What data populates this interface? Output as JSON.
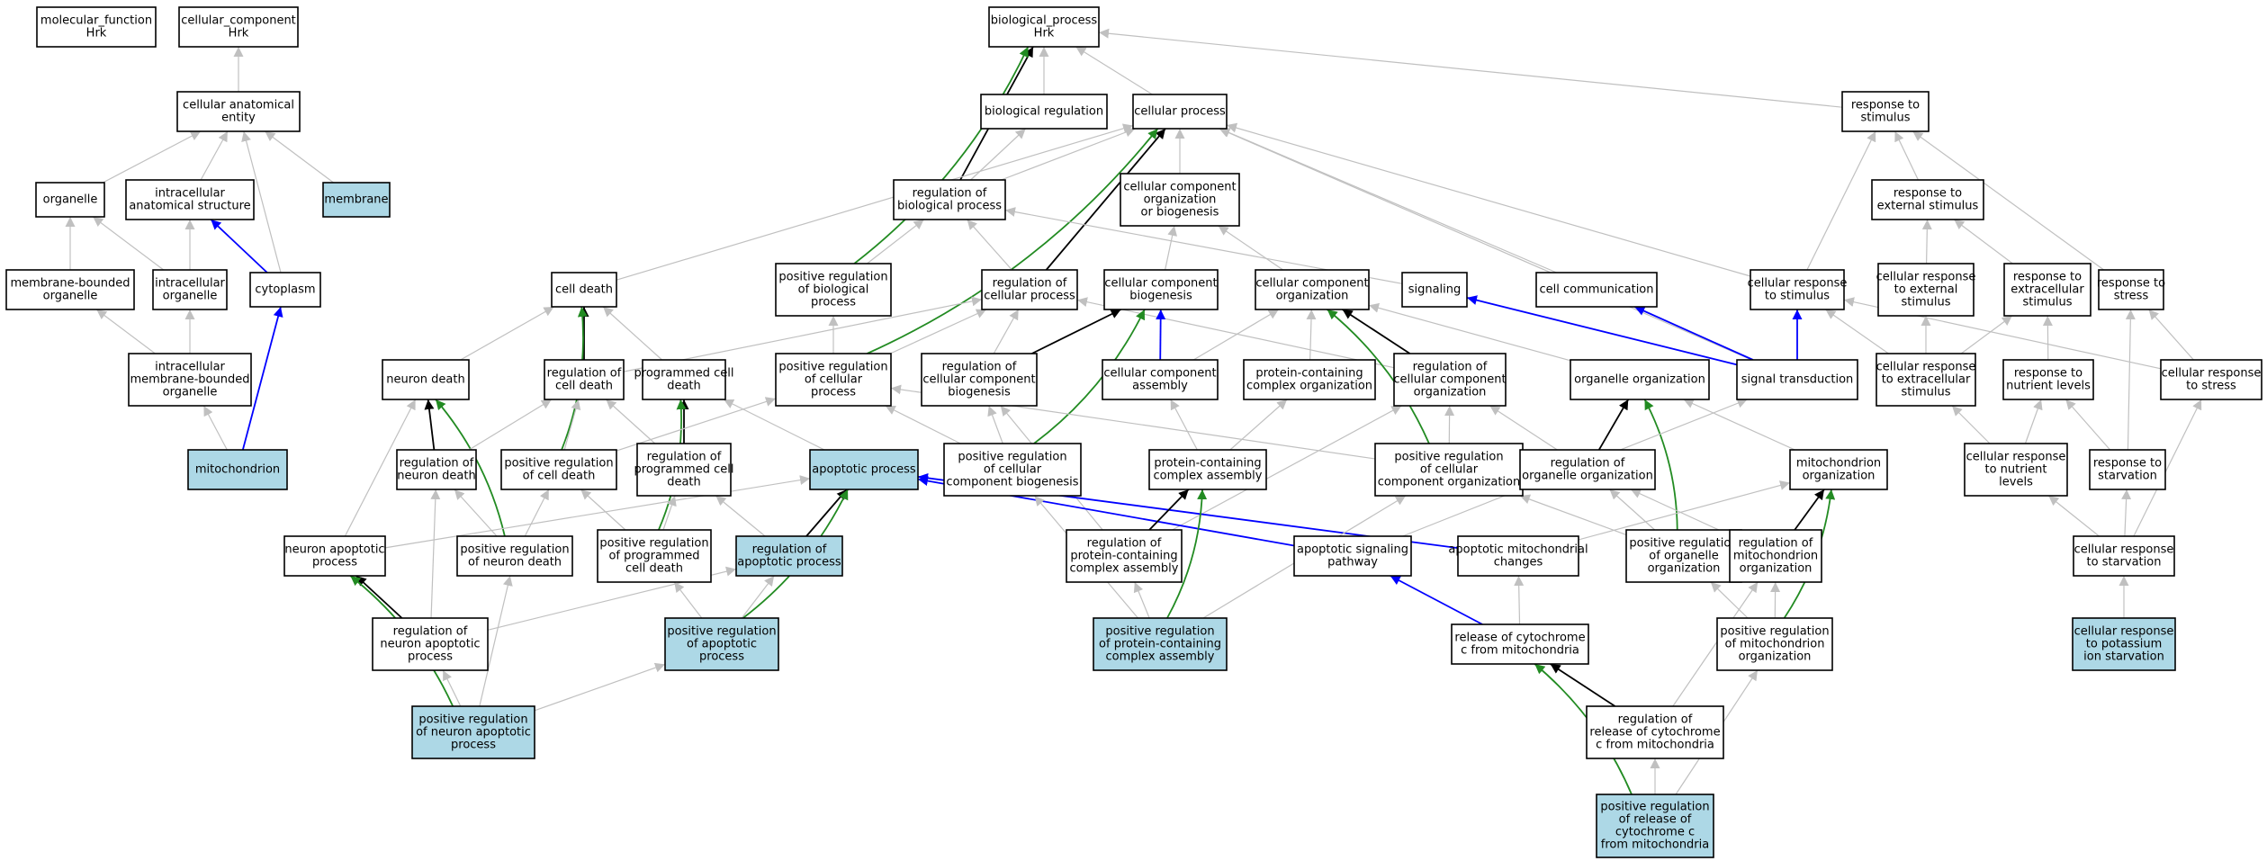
{
  "colors": {
    "plain": "#ffffff",
    "highlight": "#add8e6",
    "grey": "#c0c0c0",
    "black": "#000000",
    "blue": "#0000ff",
    "green": "#228b22"
  },
  "nodes": [
    {
      "id": "mf",
      "lines": [
        "molecular_function",
        "Hrk"
      ],
      "hl": false
    },
    {
      "id": "cc",
      "lines": [
        "cellular_component",
        "Hrk"
      ],
      "hl": false
    },
    {
      "id": "bp",
      "lines": [
        "biological_process",
        "Hrk"
      ],
      "hl": false
    },
    {
      "id": "cae",
      "lines": [
        "cellular anatomical",
        "entity"
      ],
      "hl": false
    },
    {
      "id": "organelle",
      "lines": [
        "organelle"
      ],
      "hl": false
    },
    {
      "id": "ias",
      "lines": [
        "intracellular",
        "anatomical structure"
      ],
      "hl": false
    },
    {
      "id": "membrane",
      "lines": [
        "membrane"
      ],
      "hl": true
    },
    {
      "id": "mbo",
      "lines": [
        "membrane-bounded",
        "organelle"
      ],
      "hl": false
    },
    {
      "id": "io",
      "lines": [
        "intracellular",
        "organelle"
      ],
      "hl": false
    },
    {
      "id": "cytoplasm",
      "lines": [
        "cytoplasm"
      ],
      "hl": false
    },
    {
      "id": "imbo",
      "lines": [
        "intracellular",
        "membrane-bounded",
        "organelle"
      ],
      "hl": false
    },
    {
      "id": "mito",
      "lines": [
        "mitochondrion"
      ],
      "hl": true
    },
    {
      "id": "breg",
      "lines": [
        "biological regulation"
      ],
      "hl": false
    },
    {
      "id": "cp",
      "lines": [
        "cellular process"
      ],
      "hl": false
    },
    {
      "id": "rts",
      "lines": [
        "response to",
        "stimulus"
      ],
      "hl": false
    },
    {
      "id": "rbp",
      "lines": [
        "regulation of",
        "biological process"
      ],
      "hl": false
    },
    {
      "id": "ccob",
      "lines": [
        "cellular component",
        "organization",
        "or biogenesis"
      ],
      "hl": false
    },
    {
      "id": "rtes",
      "lines": [
        "response to",
        "external stimulus"
      ],
      "hl": false
    },
    {
      "id": "celldeath",
      "lines": [
        "cell death"
      ],
      "hl": false
    },
    {
      "id": "prbp",
      "lines": [
        "positive regulation",
        "of biological",
        "process"
      ],
      "hl": false
    },
    {
      "id": "rcp",
      "lines": [
        "regulation of",
        "cellular process"
      ],
      "hl": false
    },
    {
      "id": "ccb",
      "lines": [
        "cellular component",
        "biogenesis"
      ],
      "hl": false
    },
    {
      "id": "cco",
      "lines": [
        "cellular component",
        "organization"
      ],
      "hl": false
    },
    {
      "id": "signaling",
      "lines": [
        "signaling"
      ],
      "hl": false
    },
    {
      "id": "cellcomm",
      "lines": [
        "cell communication"
      ],
      "hl": false
    },
    {
      "id": "crts",
      "lines": [
        "cellular response",
        "to stimulus"
      ],
      "hl": false
    },
    {
      "id": "crtes",
      "lines": [
        "cellular response",
        "to external",
        "stimulus"
      ],
      "hl": false
    },
    {
      "id": "rtexs",
      "lines": [
        "response to",
        "extracellular",
        "stimulus"
      ],
      "hl": false
    },
    {
      "id": "rtstress",
      "lines": [
        "response to",
        "stress"
      ],
      "hl": false
    },
    {
      "id": "neurondeath",
      "lines": [
        "neuron death"
      ],
      "hl": false
    },
    {
      "id": "rcd",
      "lines": [
        "regulation of",
        "cell death"
      ],
      "hl": false
    },
    {
      "id": "pcd",
      "lines": [
        "programmed cell",
        "death"
      ],
      "hl": false
    },
    {
      "id": "prcp",
      "lines": [
        "positive regulation",
        "of cellular",
        "process"
      ],
      "hl": false
    },
    {
      "id": "rccb",
      "lines": [
        "regulation of",
        "cellular component",
        "biogenesis"
      ],
      "hl": false
    },
    {
      "id": "cca",
      "lines": [
        "cellular component",
        "assembly"
      ],
      "hl": false
    },
    {
      "id": "pcco",
      "lines": [
        "protein-containing",
        "complex organization"
      ],
      "hl": false
    },
    {
      "id": "rcco",
      "lines": [
        "regulation of",
        "cellular component",
        "organization"
      ],
      "hl": false
    },
    {
      "id": "orgorg",
      "lines": [
        "organelle organization"
      ],
      "hl": false
    },
    {
      "id": "sigtrans",
      "lines": [
        "signal transduction"
      ],
      "hl": false
    },
    {
      "id": "crtexs",
      "lines": [
        "cellular response",
        "to extracellular",
        "stimulus"
      ],
      "hl": false
    },
    {
      "id": "rtnl",
      "lines": [
        "response to",
        "nutrient levels"
      ],
      "hl": false
    },
    {
      "id": "crtstress",
      "lines": [
        "cellular response",
        "to stress"
      ],
      "hl": false
    },
    {
      "id": "rnd",
      "lines": [
        "regulation of",
        "neuron death"
      ],
      "hl": false
    },
    {
      "id": "prcd",
      "lines": [
        "positive regulation",
        "of cell death"
      ],
      "hl": false
    },
    {
      "id": "rpcd",
      "lines": [
        "regulation of",
        "programmed cell",
        "death"
      ],
      "hl": false
    },
    {
      "id": "apop",
      "lines": [
        "apoptotic process"
      ],
      "hl": true
    },
    {
      "id": "prccb",
      "lines": [
        "positive regulation",
        "of cellular",
        "component biogenesis"
      ],
      "hl": false
    },
    {
      "id": "pcca",
      "lines": [
        "protein-containing",
        "complex assembly"
      ],
      "hl": false
    },
    {
      "id": "prcco",
      "lines": [
        "positive regulation",
        "of cellular",
        "component organization"
      ],
      "hl": false
    },
    {
      "id": "roo",
      "lines": [
        "regulation of",
        "organelle organization"
      ],
      "hl": false
    },
    {
      "id": "mitoorg",
      "lines": [
        "mitochondrion",
        "organization"
      ],
      "hl": false
    },
    {
      "id": "crtnl",
      "lines": [
        "cellular response",
        "to nutrient",
        "levels"
      ],
      "hl": false
    },
    {
      "id": "rtstarv",
      "lines": [
        "response to",
        "starvation"
      ],
      "hl": false
    },
    {
      "id": "nap",
      "lines": [
        "neuron apoptotic",
        "process"
      ],
      "hl": false
    },
    {
      "id": "prnd",
      "lines": [
        "positive regulation",
        "of neuron death"
      ],
      "hl": false
    },
    {
      "id": "prpcd",
      "lines": [
        "positive regulation",
        "of programmed",
        "cell death"
      ],
      "hl": false
    },
    {
      "id": "rap",
      "lines": [
        "regulation of",
        "apoptotic process"
      ],
      "hl": true
    },
    {
      "id": "rpcca",
      "lines": [
        "regulation of",
        "protein-containing",
        "complex assembly"
      ],
      "hl": false
    },
    {
      "id": "asp",
      "lines": [
        "apoptotic signaling",
        "pathway"
      ],
      "hl": false
    },
    {
      "id": "amc",
      "lines": [
        "apoptotic mitochondrial",
        "changes"
      ],
      "hl": false
    },
    {
      "id": "proo",
      "lines": [
        "positive regulation",
        "of organelle",
        "organization"
      ],
      "hl": false
    },
    {
      "id": "rmo",
      "lines": [
        "regulation of",
        "mitochondrion",
        "organization"
      ],
      "hl": false
    },
    {
      "id": "crtstarv",
      "lines": [
        "cellular response",
        "to starvation"
      ],
      "hl": false
    },
    {
      "id": "rnap",
      "lines": [
        "regulation of",
        "neuron apoptotic",
        "process"
      ],
      "hl": false
    },
    {
      "id": "prap",
      "lines": [
        "positive regulation",
        "of apoptotic",
        "process"
      ],
      "hl": true
    },
    {
      "id": "prpcca",
      "lines": [
        "positive regulation",
        "of protein-containing",
        "complex assembly"
      ],
      "hl": true
    },
    {
      "id": "rcmito",
      "lines": [
        "release of cytochrome",
        "c from mitochondria"
      ],
      "hl": false
    },
    {
      "id": "prmo",
      "lines": [
        "positive regulation",
        "of mitochondrion",
        "organization"
      ],
      "hl": false
    },
    {
      "id": "crtpis",
      "lines": [
        "cellular response",
        "to potassium",
        "ion starvation"
      ],
      "hl": true
    },
    {
      "id": "prnap",
      "lines": [
        "positive regulation",
        "of neuron apoptotic",
        "process"
      ],
      "hl": true
    },
    {
      "id": "rrcmito",
      "lines": [
        "regulation of",
        "release of cytochrome",
        "c from mitochondria"
      ],
      "hl": false
    },
    {
      "id": "prrcmito",
      "lines": [
        "positive regulation",
        "of release of",
        "cytochrome c",
        "from mitochondria"
      ],
      "hl": true
    }
  ],
  "edges": [
    [
      "cc",
      "cae",
      "grey"
    ],
    [
      "cae",
      "organelle",
      "grey"
    ],
    [
      "cae",
      "ias",
      "grey"
    ],
    [
      "cae",
      "membrane",
      "grey"
    ],
    [
      "cae",
      "cytoplasm",
      "grey"
    ],
    [
      "organelle",
      "mbo",
      "grey"
    ],
    [
      "organelle",
      "io",
      "grey"
    ],
    [
      "ias",
      "io",
      "grey"
    ],
    [
      "ias",
      "cytoplasm",
      "blue"
    ],
    [
      "mbo",
      "imbo",
      "grey"
    ],
    [
      "io",
      "imbo",
      "grey"
    ],
    [
      "cytoplasm",
      "mito",
      "blue"
    ],
    [
      "imbo",
      "mito",
      "grey"
    ],
    [
      "bp",
      "breg",
      "grey"
    ],
    [
      "bp",
      "cp",
      "grey"
    ],
    [
      "bp",
      "rts",
      "grey"
    ],
    [
      "bp",
      "rbp",
      "black"
    ],
    [
      "bp",
      "prbp",
      "green"
    ],
    [
      "breg",
      "rbp",
      "grey"
    ],
    [
      "cp",
      "rbp",
      "grey"
    ],
    [
      "cp",
      "ccob",
      "grey"
    ],
    [
      "cp",
      "celldeath",
      "grey"
    ],
    [
      "cp",
      "rcp",
      "black"
    ],
    [
      "cp",
      "prcp",
      "green"
    ],
    [
      "cp",
      "cellcomm",
      "grey"
    ],
    [
      "cp",
      "crts",
      "grey"
    ],
    [
      "cp",
      "sigtrans",
      "grey"
    ],
    [
      "rts",
      "rtes",
      "grey"
    ],
    [
      "rts",
      "crts",
      "grey"
    ],
    [
      "rts",
      "rtstress",
      "grey"
    ],
    [
      "rbp",
      "prbp",
      "grey"
    ],
    [
      "rbp",
      "rcp",
      "grey"
    ],
    [
      "rbp",
      "signaling",
      "grey"
    ],
    [
      "ccob",
      "ccb",
      "grey"
    ],
    [
      "ccob",
      "cco",
      "grey"
    ],
    [
      "rtes",
      "crtes",
      "grey"
    ],
    [
      "rtes",
      "rtexs",
      "grey"
    ],
    [
      "celldeath",
      "neurondeath",
      "grey"
    ],
    [
      "celldeath",
      "rcd",
      "black"
    ],
    [
      "celldeath",
      "pcd",
      "grey"
    ],
    [
      "celldeath",
      "prcd",
      "green"
    ],
    [
      "prbp",
      "prcp",
      "grey"
    ],
    [
      "rcp",
      "rcd",
      "grey"
    ],
    [
      "rcp",
      "prcp",
      "grey"
    ],
    [
      "rcp",
      "rccb",
      "grey"
    ],
    [
      "rcp",
      "rcco",
      "grey"
    ],
    [
      "ccb",
      "cca",
      "blue"
    ],
    [
      "ccb",
      "rccb",
      "black"
    ],
    [
      "ccb",
      "prccb",
      "green"
    ],
    [
      "cco",
      "pcco",
      "grey"
    ],
    [
      "cco",
      "rcco",
      "black"
    ],
    [
      "cco",
      "orgorg",
      "grey"
    ],
    [
      "cco",
      "cca",
      "grey"
    ],
    [
      "cco",
      "prcco",
      "green"
    ],
    [
      "signaling",
      "sigtrans",
      "blue"
    ],
    [
      "cellcomm",
      "sigtrans",
      "blue"
    ],
    [
      "crts",
      "sigtrans",
      "blue"
    ],
    [
      "crts",
      "crtexs",
      "grey"
    ],
    [
      "crts",
      "crtstress",
      "grey"
    ],
    [
      "crtes",
      "crtexs",
      "grey"
    ],
    [
      "rtexs",
      "crtexs",
      "grey"
    ],
    [
      "rtexs",
      "rtnl",
      "grey"
    ],
    [
      "rtstress",
      "rtstarv",
      "grey"
    ],
    [
      "rtstress",
      "crtstress",
      "grey"
    ],
    [
      "neurondeath",
      "rnd",
      "black"
    ],
    [
      "neurondeath",
      "nap",
      "grey"
    ],
    [
      "neurondeath",
      "prnd",
      "green"
    ],
    [
      "rcd",
      "rnd",
      "grey"
    ],
    [
      "rcd",
      "prcd",
      "grey"
    ],
    [
      "rcd",
      "rpcd",
      "grey"
    ],
    [
      "pcd",
      "rpcd",
      "black"
    ],
    [
      "pcd",
      "apop",
      "grey"
    ],
    [
      "pcd",
      "prpcd",
      "green"
    ],
    [
      "prcp",
      "prcd",
      "grey"
    ],
    [
      "prcp",
      "prccb",
      "grey"
    ],
    [
      "prcp",
      "prcco",
      "grey"
    ],
    [
      "rccb",
      "prccb",
      "grey"
    ],
    [
      "rccb",
      "rpcca",
      "grey"
    ],
    [
      "cca",
      "pcca",
      "grey"
    ],
    [
      "pcco",
      "pcca",
      "grey"
    ],
    [
      "rcco",
      "prcco",
      "grey"
    ],
    [
      "rcco",
      "roo",
      "grey"
    ],
    [
      "rcco",
      "rpcca",
      "grey"
    ],
    [
      "orgorg",
      "roo",
      "black"
    ],
    [
      "orgorg",
      "mitoorg",
      "grey"
    ],
    [
      "orgorg",
      "proo",
      "green"
    ],
    [
      "sigtrans",
      "asp",
      "grey"
    ],
    [
      "crtexs",
      "crtnl",
      "grey"
    ],
    [
      "rtnl",
      "crtnl",
      "grey"
    ],
    [
      "rtnl",
      "rtstarv",
      "grey"
    ],
    [
      "crtstress",
      "crtstarv",
      "grey"
    ],
    [
      "rnd",
      "prnd",
      "grey"
    ],
    [
      "rnd",
      "rnap",
      "grey"
    ],
    [
      "prcd",
      "prnd",
      "grey"
    ],
    [
      "prcd",
      "prpcd",
      "grey"
    ],
    [
      "rpcd",
      "prpcd",
      "grey"
    ],
    [
      "rpcd",
      "rap",
      "grey"
    ],
    [
      "apop",
      "nap",
      "grey"
    ],
    [
      "apop",
      "rap",
      "black"
    ],
    [
      "apop",
      "prap",
      "green"
    ],
    [
      "apop",
      "asp",
      "blue"
    ],
    [
      "apop",
      "amc",
      "blue"
    ],
    [
      "prccb",
      "prpcca",
      "grey"
    ],
    [
      "pcca",
      "rpcca",
      "black"
    ],
    [
      "pcca",
      "prpcca",
      "green"
    ],
    [
      "prcco",
      "prpcca",
      "grey"
    ],
    [
      "prcco",
      "proo",
      "grey"
    ],
    [
      "roo",
      "proo",
      "grey"
    ],
    [
      "roo",
      "rmo",
      "grey"
    ],
    [
      "mitoorg",
      "rmo",
      "black"
    ],
    [
      "mitoorg",
      "amc",
      "grey"
    ],
    [
      "mitoorg",
      "prmo",
      "green"
    ],
    [
      "crtnl",
      "crtstarv",
      "grey"
    ],
    [
      "rtstarv",
      "crtstarv",
      "grey"
    ],
    [
      "nap",
      "rnap",
      "black"
    ],
    [
      "nap",
      "prnap",
      "green"
    ],
    [
      "prnd",
      "prnap",
      "grey"
    ],
    [
      "prpcd",
      "prap",
      "grey"
    ],
    [
      "rap",
      "rnap",
      "grey"
    ],
    [
      "rap",
      "prap",
      "grey"
    ],
    [
      "rpcca",
      "prpcca",
      "grey"
    ],
    [
      "asp",
      "rcmito",
      "blue"
    ],
    [
      "amc",
      "rcmito",
      "grey"
    ],
    [
      "proo",
      "prmo",
      "grey"
    ],
    [
      "rmo",
      "prmo",
      "grey"
    ],
    [
      "rmo",
      "rrcmito",
      "grey"
    ],
    [
      "crtstarv",
      "crtpis",
      "grey"
    ],
    [
      "rnap",
      "prnap",
      "grey"
    ],
    [
      "prap",
      "prnap",
      "grey"
    ],
    [
      "rcmito",
      "rrcmito",
      "black"
    ],
    [
      "rcmito",
      "prrcmito",
      "green"
    ],
    [
      "prmo",
      "prrcmito",
      "grey"
    ],
    [
      "rrcmito",
      "prrcmito",
      "grey"
    ]
  ]
}
